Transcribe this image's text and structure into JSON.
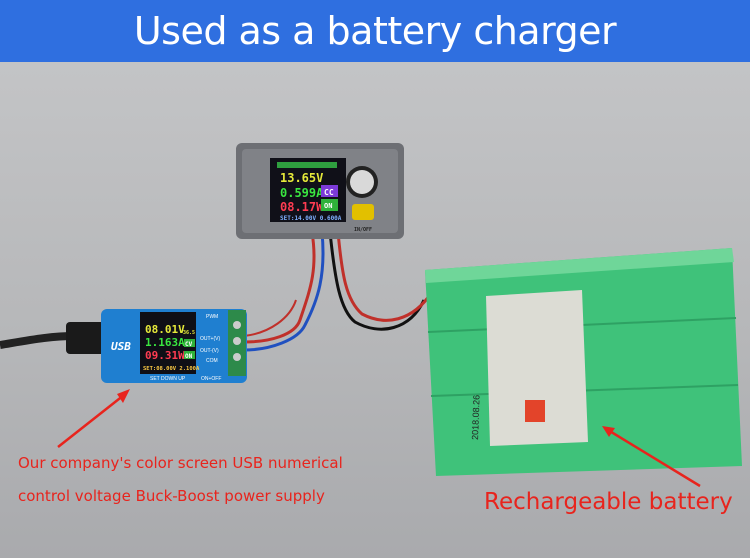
{
  "banner": {
    "title": "Used as a battery charger"
  },
  "module_display": {
    "voltage": "13.65V",
    "current": "0.599A",
    "power": "08.17W",
    "mode_cc": "CC",
    "mode_on": "ON",
    "setting": "SET:14.00V 0.600A",
    "button_label": "IN/OFF"
  },
  "usb_display": {
    "voltage": "08.01V",
    "current": "1.163A",
    "power": "09.31W",
    "mode_cv": "CV",
    "mode_on": "ON",
    "temp": "36.5",
    "setting": "SET:08.00V 2.100A",
    "logo": "USB",
    "terminal_pwm": "PWM",
    "terminal_out_plus": "OUT+(V)",
    "terminal_out_minus": "OUT-(V)",
    "terminal_com": "COM",
    "buttons_label": "SET DOWN UP",
    "onoff_label": "ON+OFF"
  },
  "battery": {
    "label_date": "2018.08.26"
  },
  "captions": {
    "usb_line1": "Our company's color screen USB numerical",
    "usb_line2": "control voltage Buck-Boost power supply",
    "battery": "Rechargeable battery"
  },
  "colors": {
    "banner": "#2f6fe0",
    "caption_red": "#e8241d",
    "battery_green": "#3fc27a",
    "usb_blue": "#1f7fd0"
  }
}
